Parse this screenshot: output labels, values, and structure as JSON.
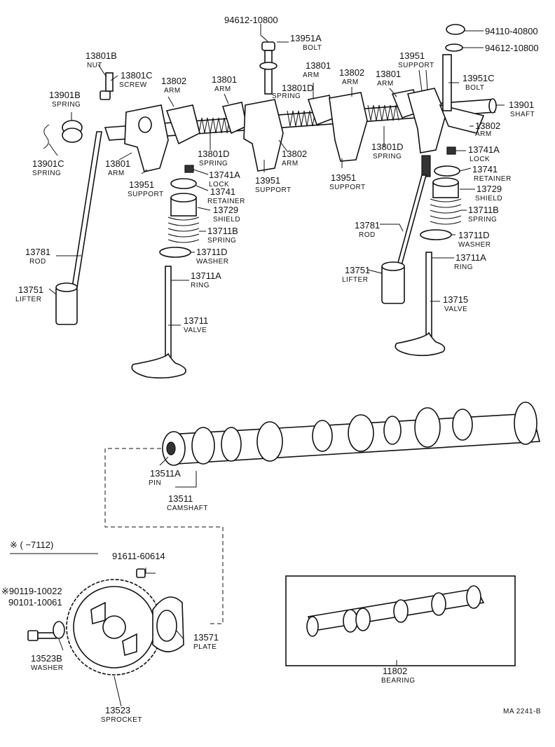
{
  "callouts": [
    {
      "id": "c94612a",
      "num": "94612-10800",
      "name": ""
    },
    {
      "id": "c13951A",
      "num": "13951A",
      "name": "BOLT"
    },
    {
      "id": "c94110",
      "num": "94110-40800",
      "name": ""
    },
    {
      "id": "c94612b",
      "num": "94612-10800",
      "name": ""
    },
    {
      "id": "c13801B",
      "num": "13801B",
      "name": "NUT"
    },
    {
      "id": "c13801C",
      "num": "13801C",
      "name": "SCREW"
    },
    {
      "id": "c13901B",
      "num": "13901B",
      "name": "SPRING"
    },
    {
      "id": "c13802a",
      "num": "13802",
      "name": "ARM"
    },
    {
      "id": "c13801a",
      "num": "13801",
      "name": "ARM"
    },
    {
      "id": "c13801Da",
      "num": "13801D",
      "name": "SPRING"
    },
    {
      "id": "c13801b",
      "num": "13801",
      "name": "ARM"
    },
    {
      "id": "c13802b",
      "num": "13802",
      "name": "ARM"
    },
    {
      "id": "c13801c",
      "num": "13801",
      "name": "ARM"
    },
    {
      "id": "c13951a",
      "num": "13951",
      "name": "SUPPORT"
    },
    {
      "id": "c13951C",
      "num": "13951C",
      "name": "BOLT"
    },
    {
      "id": "c13901",
      "num": "13901",
      "name": "SHAFT"
    },
    {
      "id": "c13802c",
      "num": "13802",
      "name": "ARM"
    },
    {
      "id": "c13901C",
      "num": "13901C",
      "name": "SPRING"
    },
    {
      "id": "c13801d",
      "num": "13801",
      "name": "ARM"
    },
    {
      "id": "c13801Db",
      "num": "13801D",
      "name": "SPRING"
    },
    {
      "id": "c13802d",
      "num": "13802",
      "name": "ARM"
    },
    {
      "id": "c13801Dc",
      "num": "13801D",
      "name": "SPRING"
    },
    {
      "id": "c13741Aa",
      "num": "13741A",
      "name": "LOCK"
    },
    {
      "id": "c13951b",
      "num": "13951",
      "name": "SUPPORT"
    },
    {
      "id": "c13951c",
      "num": "13951",
      "name": "SUPPORT"
    },
    {
      "id": "c13951d",
      "num": "13951",
      "name": "SUPPORT"
    },
    {
      "id": "c13741Ab",
      "num": "13741A",
      "name": "LOCK"
    },
    {
      "id": "c13741a",
      "num": "13741",
      "name": "RETAINER"
    },
    {
      "id": "c13741b",
      "num": "13741",
      "name": "RETAINER"
    },
    {
      "id": "c13729a",
      "num": "13729",
      "name": "SHIELD"
    },
    {
      "id": "c13729b",
      "num": "13729",
      "name": "SHIELD"
    },
    {
      "id": "c13711Ba",
      "num": "13711B",
      "name": "SPRING"
    },
    {
      "id": "c13711Bb",
      "num": "13711B",
      "name": "SPRING"
    },
    {
      "id": "c13781a",
      "num": "13781",
      "name": "ROD"
    },
    {
      "id": "c13781b",
      "num": "13781",
      "name": "ROD"
    },
    {
      "id": "c13711Da",
      "num": "13711D",
      "name": "WASHER"
    },
    {
      "id": "c13711Db",
      "num": "13711D",
      "name": "WASHER"
    },
    {
      "id": "c13711Aa",
      "num": "13711A",
      "name": "RING"
    },
    {
      "id": "c13711Ab",
      "num": "13711A",
      "name": "RING"
    },
    {
      "id": "c13751a",
      "num": "13751",
      "name": "LIFTER"
    },
    {
      "id": "c13751b",
      "num": "13751",
      "name": "LIFTER"
    },
    {
      "id": "c13715",
      "num": "13715",
      "name": "VALVE"
    },
    {
      "id": "c13711",
      "num": "13711",
      "name": "VALVE"
    },
    {
      "id": "c13511A",
      "num": "13511A",
      "name": "PIN"
    },
    {
      "id": "c13511",
      "num": "13511",
      "name": "CAMSHAFT"
    },
    {
      "id": "c91611",
      "num": "91611-60614",
      "name": ""
    },
    {
      "id": "c90119",
      "num": "※90119-10022",
      "name": ""
    },
    {
      "id": "c90101",
      "num": "90101-10061",
      "name": ""
    },
    {
      "id": "c13571",
      "num": "13571",
      "name": "PLATE"
    },
    {
      "id": "c13523B",
      "num": "13523B",
      "name": "WASHER"
    },
    {
      "id": "c13523",
      "num": "13523",
      "name": "SPROCKET"
    },
    {
      "id": "c11802",
      "num": "11802",
      "name": "BEARING"
    }
  ],
  "footnote": "※ (      −7112)",
  "drawing_code": "MA  2241-B"
}
